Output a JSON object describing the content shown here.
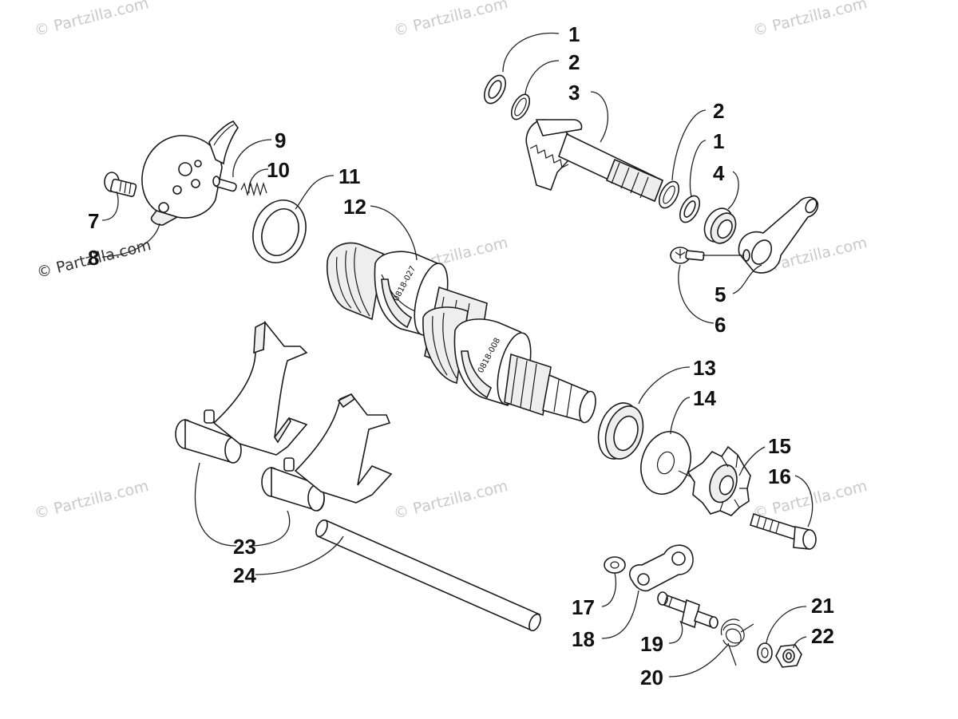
{
  "watermark": "© Partzilla.com",
  "callouts": [
    "1",
    "2",
    "3",
    "2",
    "1",
    "4",
    "5",
    "6",
    "7",
    "8",
    "9",
    "10",
    "11",
    "12",
    "13",
    "14",
    "15",
    "16",
    "17",
    "18",
    "19",
    "20",
    "21",
    "22",
    "23",
    "24"
  ],
  "part_codes": [
    "0818-027",
    "0818-008"
  ]
}
